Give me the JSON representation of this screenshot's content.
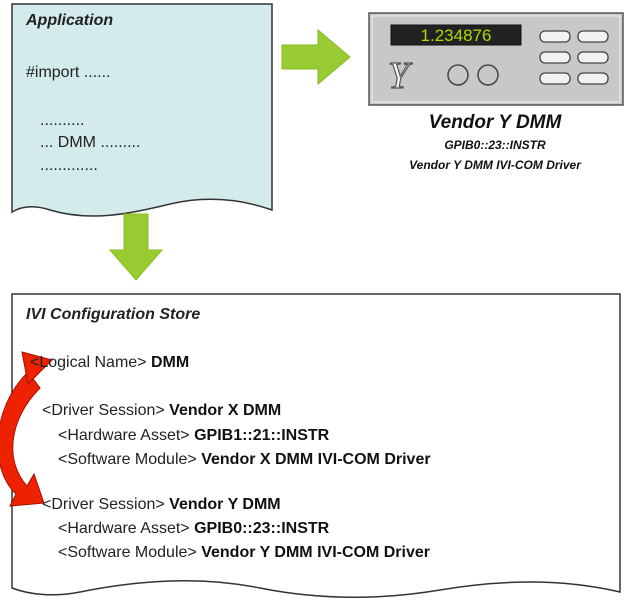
{
  "application": {
    "title": "Application",
    "lines": [
      "#import ......",
      "..........",
      "... DMM .........",
      "............."
    ]
  },
  "instrument": {
    "display_value": "1.234876",
    "logo": "Y",
    "name": "Vendor Y DMM",
    "address": "GPIB0::23::INSTR",
    "driver": "Vendor Y DMM IVI-COM Driver",
    "icons": [
      "button-icon",
      "knob-icon",
      "display-icon",
      "vendor-logo-icon"
    ]
  },
  "config_store": {
    "title": "IVI Configuration Store",
    "logical_name": {
      "label": "<Logical Name>",
      "value": "DMM"
    },
    "sessions": [
      {
        "session_label": "<Driver Session>",
        "session_value": "Vendor X DMM",
        "hw_label": "<Hardware Asset>",
        "hw_value": "GPIB1::21::INSTR",
        "sw_label": "<Software Module>",
        "sw_value": "Vendor X DMM IVI-COM Driver"
      },
      {
        "session_label": "<Driver Session>",
        "session_value": "Vendor Y DMM",
        "hw_label": "<Hardware Asset>",
        "hw_value": "GPIB0::23::INSTR",
        "sw_label": "<Software Module>",
        "sw_value": "Vendor Y DMM IVI-COM Driver"
      }
    ]
  },
  "colors": {
    "document_fill": "#d3ebeb",
    "green_arrow": "#99cc33",
    "red_arrow": "#ee2200",
    "panel": "#c8c8c8",
    "display_bg": "#222222",
    "display_text": "#aadd00"
  }
}
